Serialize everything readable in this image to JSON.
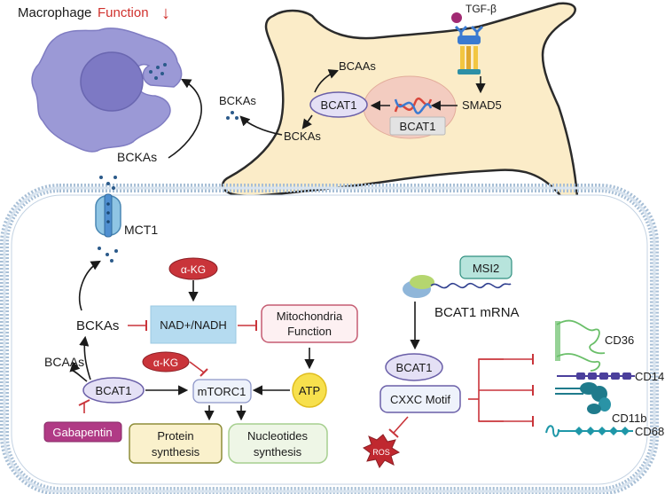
{
  "title": {
    "prefix": "Macrophage",
    "highlight": "Function",
    "arrow": "↓"
  },
  "colors": {
    "down_red": "#d0312d",
    "fibroblast_fill": "#fbecc8",
    "fibroblast_stroke": "#2b2b2b",
    "macrophage": "#9b99d6",
    "bcat1_fill": "#e4e0f5",
    "bcat1_stroke": "#6a5fa8",
    "alpha_kg": "#c9343a",
    "nad_box": "#b5dbf0",
    "mito_stroke": "#c55c72",
    "atp": "#f7e04d",
    "protein_box": "#faf1cc",
    "nucleotide_box": "#eef6e6",
    "gabapentin": "#b03a85",
    "inhibit": "#c9343a",
    "membrane": "#a8bfd6",
    "msi2": "#b7e4dc",
    "ros": "#c0282f",
    "cd36": "#6abf69",
    "cd14": "#4b3f9c",
    "cd11b": "#1f7b8c",
    "cd68": "#1e97a8"
  },
  "fibroblast": {
    "tgf_beta": "TGF-β",
    "bcaas": "BCAAs",
    "bckas": "BCKAs",
    "bcat1": "BCAT1",
    "gene_label": "BCAT1",
    "smad5": "SMAD5"
  },
  "extracellular": {
    "bckas_upper": "BCKAs",
    "bckas_left": "BCKAs",
    "mct1": "MCT1"
  },
  "cell": {
    "alpha_kg_top": "α-KG",
    "alpha_kg_mid": "α-KG",
    "nad_nadh": "NAD+/NADH",
    "mito_line1": "Mitochondria",
    "mito_line2": "Function",
    "bckas": "BCKAs",
    "bcaas": "BCAAs",
    "bcat1": "BCAT1",
    "mtorc1": "mTORC1",
    "atp": "ATP",
    "gabapentin": "Gabapentin",
    "protein_line1": "Protein",
    "protein_line2": "synthesis",
    "nucleotide_line1": "Nucleotides",
    "nucleotide_line2": "synthesis",
    "msi2": "MSI2",
    "mrna": "BCAT1 mRNA",
    "bcat1_right": "BCAT1",
    "cxxc": "CXXC Motif",
    "ros": "ROS"
  },
  "receptors": {
    "cd36": "CD36",
    "cd14": "CD14",
    "cd11b": "CD11b",
    "cd68": "CD68"
  }
}
